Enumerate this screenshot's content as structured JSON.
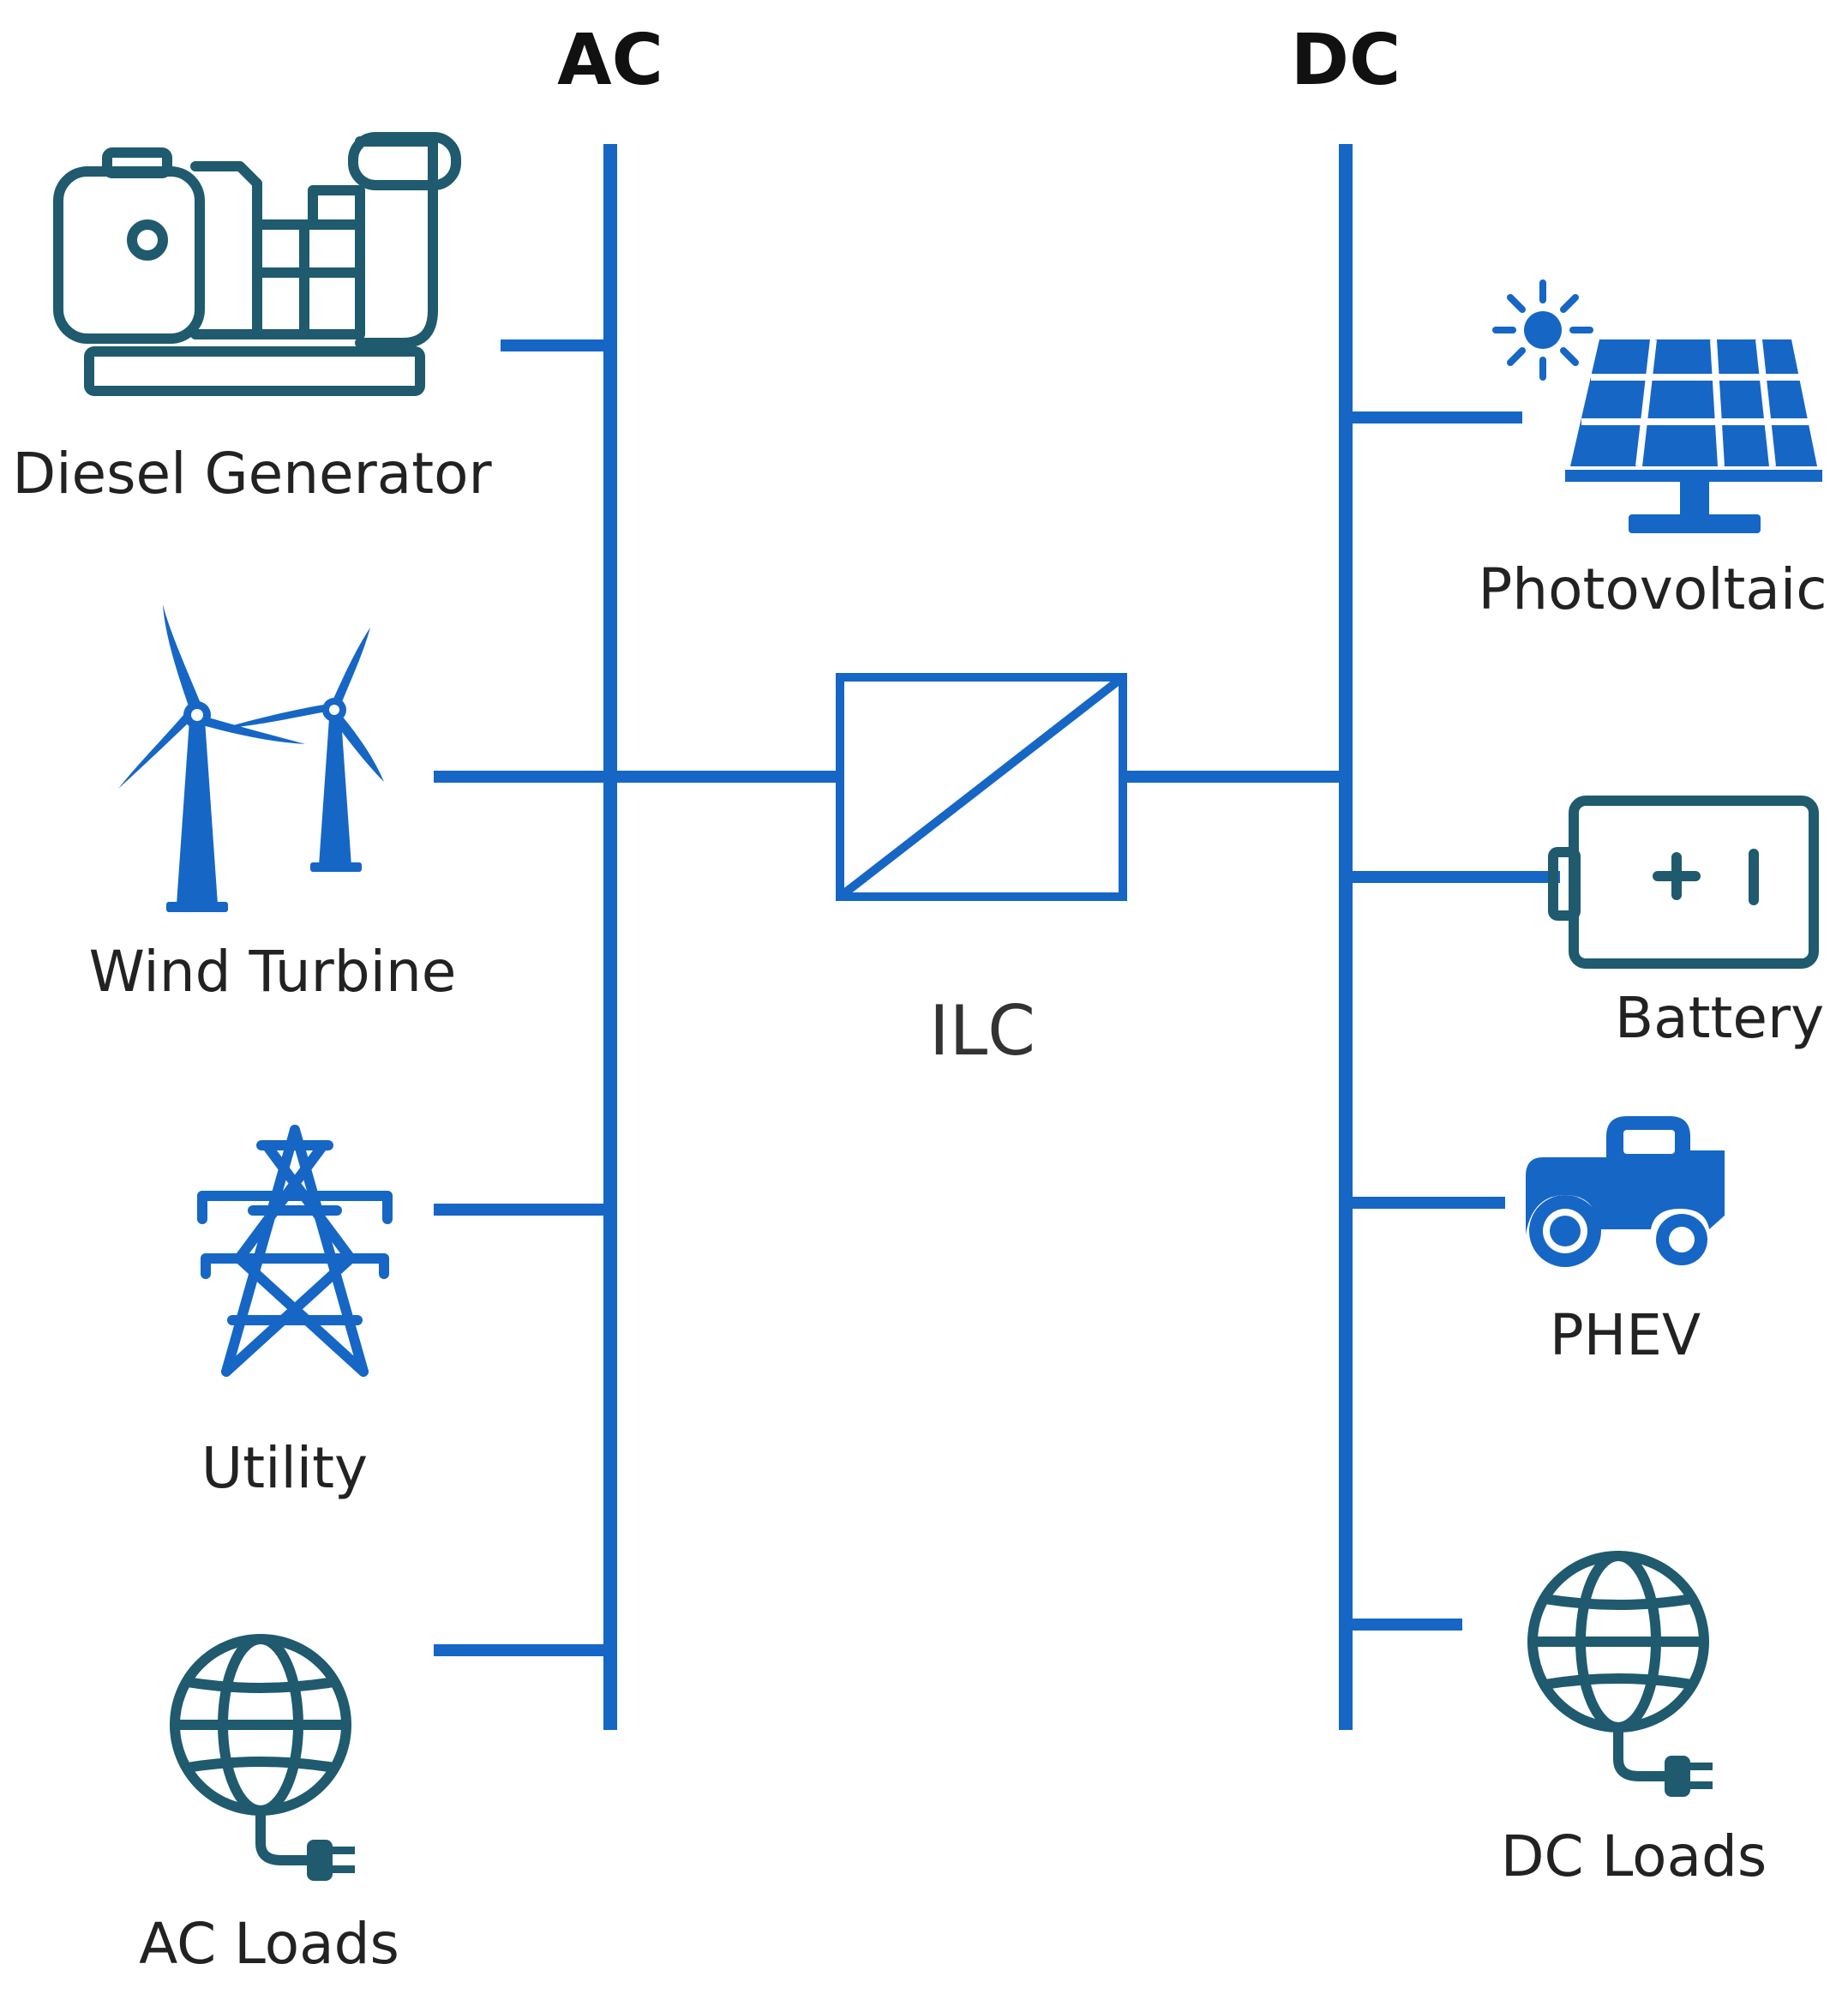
{
  "colors": {
    "bus": "#1666C5",
    "icon_dark": "#1F5A6E",
    "text": "#222222"
  },
  "buses": {
    "ac": "AC",
    "dc": "DC"
  },
  "converter": {
    "label": "ILC"
  },
  "ac_components": [
    {
      "label": "Diesel Generator",
      "icon": "diesel-generator-icon"
    },
    {
      "label": "Wind Turbine",
      "icon": "wind-turbine-icon"
    },
    {
      "label": "Utility",
      "icon": "transmission-tower-icon"
    },
    {
      "label": "AC Loads",
      "icon": "globe-plug-icon"
    }
  ],
  "dc_components": [
    {
      "label": "Photovoltaic",
      "icon": "solar-panel-icon"
    },
    {
      "label": "Battery",
      "icon": "battery-icon"
    },
    {
      "label": "PHEV",
      "icon": "vehicle-icon"
    },
    {
      "label": "DC Loads",
      "icon": "globe-plug-icon"
    }
  ]
}
